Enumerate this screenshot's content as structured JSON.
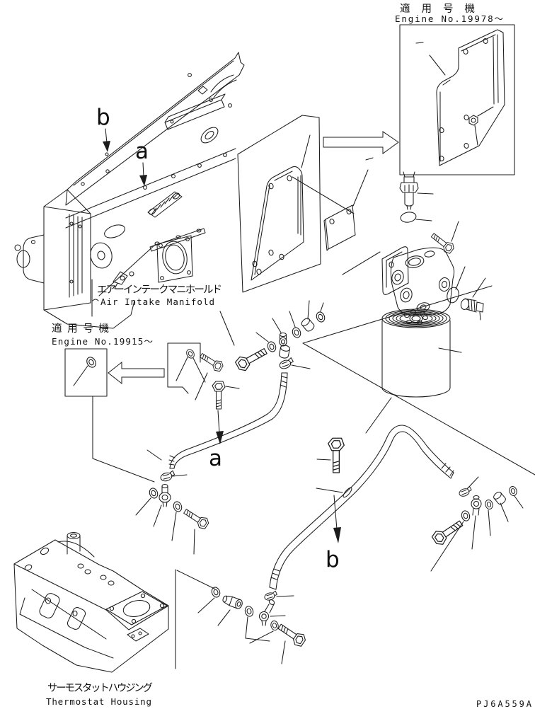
{
  "figure": {
    "drawing_code": "PJ6A559A",
    "view_markers": {
      "a": "a",
      "b": "b"
    },
    "callouts": {
      "applicability_inset": {
        "jp": "適 用 号 機",
        "en": "Engine No.19978～"
      },
      "applicability_mid": {
        "jp": "適 用 号 機",
        "en": "Engine No.19915～"
      },
      "air_intake_manifold": {
        "jp": "エアーインテークマニホールド",
        "en": "Air Intake Manifold"
      },
      "thermostat_housing": {
        "jp": "サーモスタットハウジング",
        "en": "Thermostat Housing"
      }
    }
  }
}
